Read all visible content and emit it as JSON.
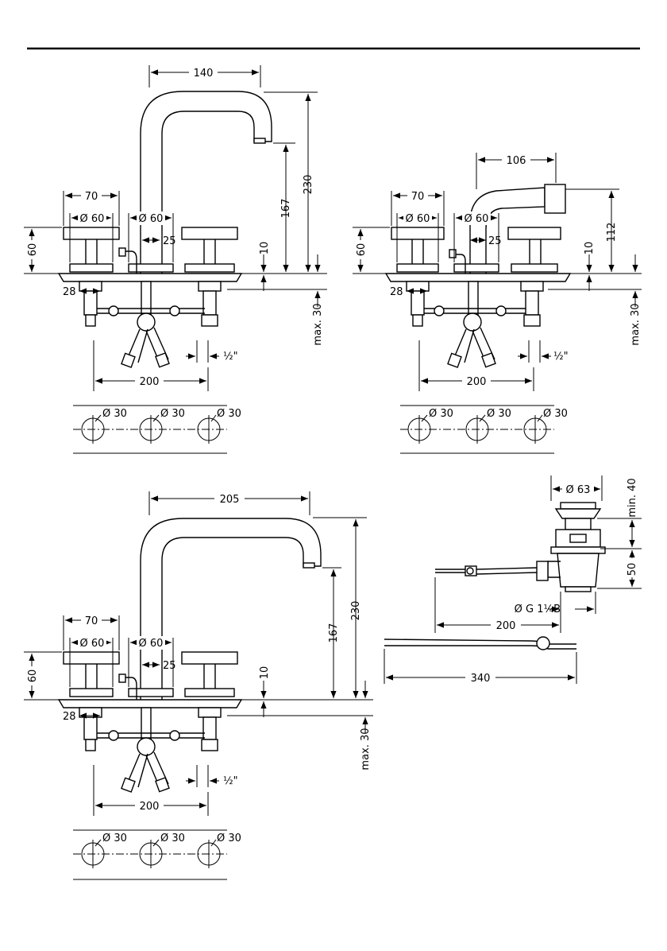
{
  "diagrams": [
    {
      "spout_reach": "140",
      "spout_height": "167",
      "total_height": "230",
      "handle_width": "70",
      "rosette_left": "Ø 60",
      "rosette_center": "Ø 60",
      "spout_offset": "25",
      "deck_gap": "10",
      "handle_height": "60",
      "hose_offset": "28",
      "max_thickness": "max. 30",
      "thread": "½\"",
      "hole_spacing": "200",
      "holes": [
        "Ø 30",
        "Ø 30",
        "Ø 30"
      ]
    },
    {
      "spout_reach": "106",
      "spout_height": "112",
      "handle_width": "70",
      "rosette_left": "Ø 60",
      "rosette_center": "Ø 60",
      "spout_offset": "25",
      "deck_gap": "10",
      "handle_height": "60",
      "hose_offset": "28",
      "max_thickness": "max. 30",
      "thread": "½\"",
      "hole_spacing": "200",
      "holes": [
        "Ø 30",
        "Ø 30",
        "Ø 30"
      ]
    },
    {
      "spout_reach": "205",
      "spout_height": "167",
      "total_height": "230",
      "handle_width": "70",
      "rosette_left": "Ø 60",
      "rosette_center": "Ø 60",
      "spout_offset": "25",
      "deck_gap": "10",
      "handle_height": "60",
      "hose_offset": "28",
      "max_thickness": "max. 30",
      "thread": "½\"",
      "hole_spacing": "200",
      "holes": [
        "Ø 30",
        "Ø 30",
        "Ø 30"
      ]
    }
  ],
  "waste": {
    "diameter": "Ø 63",
    "min_height": "min. 40",
    "body_height": "50",
    "thread": "Ø G 1¼B",
    "rod_length": "200",
    "cable_length": "340"
  }
}
